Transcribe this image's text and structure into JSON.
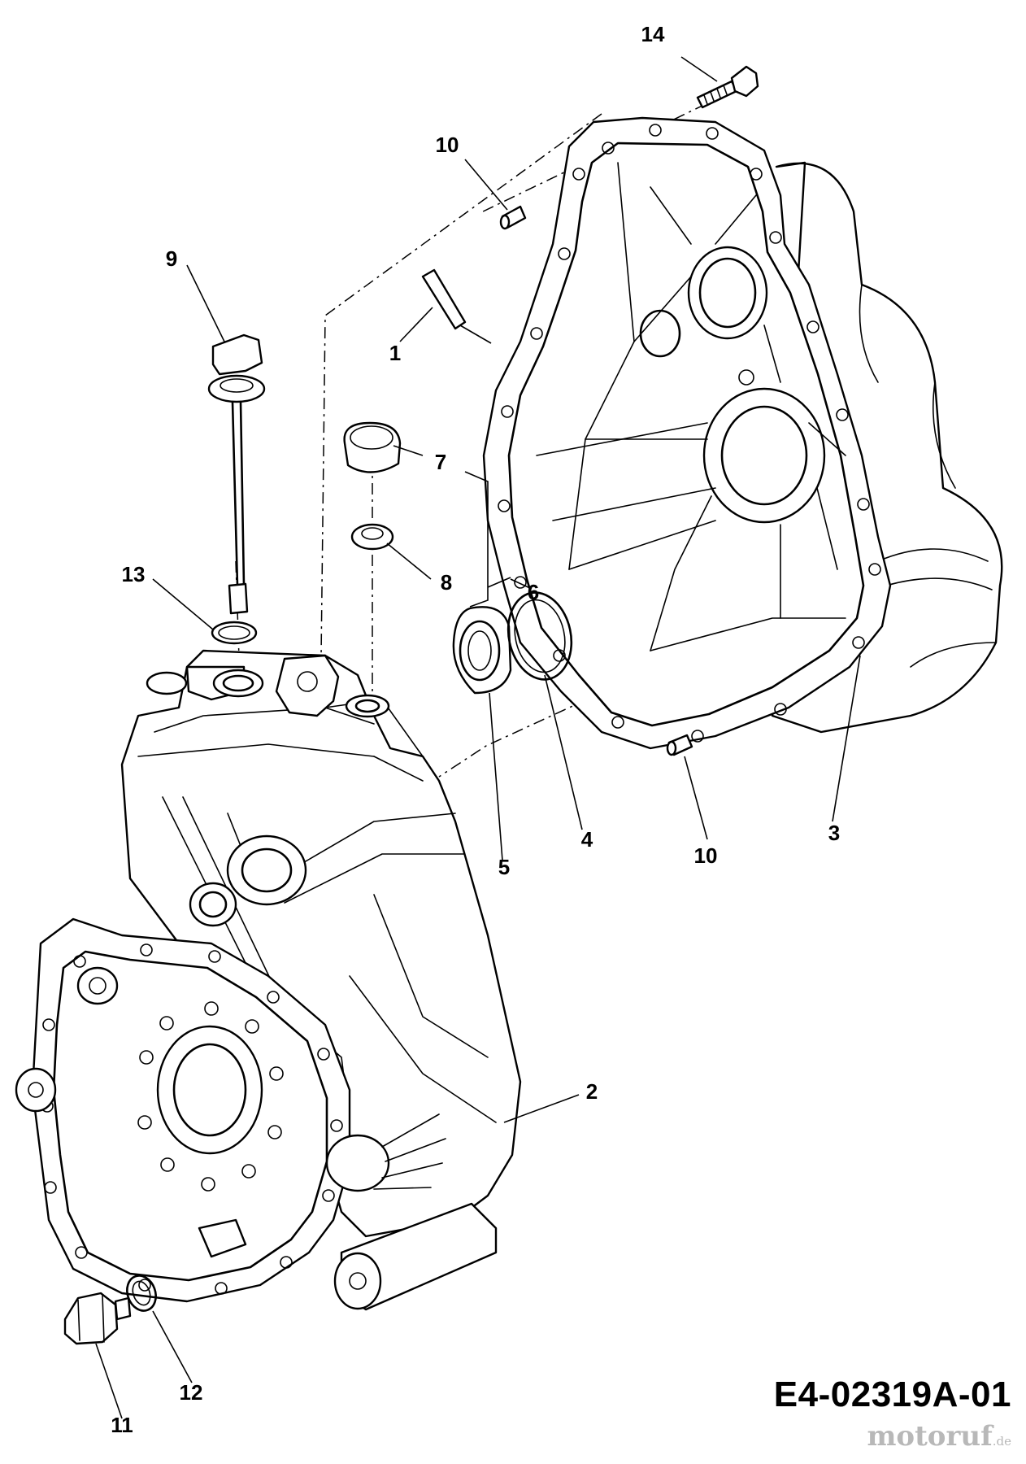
{
  "diagram": {
    "code": "E4-02319A-01",
    "watermark": {
      "main": "motoruf",
      "tld": ".de"
    },
    "callouts": [
      {
        "id": "14",
        "label": "14"
      },
      {
        "id": "10a",
        "label": "10"
      },
      {
        "id": "9",
        "label": "9"
      },
      {
        "id": "1",
        "label": "1"
      },
      {
        "id": "7",
        "label": "7"
      },
      {
        "id": "13",
        "label": "13"
      },
      {
        "id": "8",
        "label": "8"
      },
      {
        "id": "6",
        "label": "6"
      },
      {
        "id": "4",
        "label": "4"
      },
      {
        "id": "5",
        "label": "5"
      },
      {
        "id": "10b",
        "label": "10"
      },
      {
        "id": "3",
        "label": "3"
      },
      {
        "id": "2",
        "label": "2"
      },
      {
        "id": "12",
        "label": "12"
      },
      {
        "id": "11",
        "label": "11"
      }
    ]
  }
}
